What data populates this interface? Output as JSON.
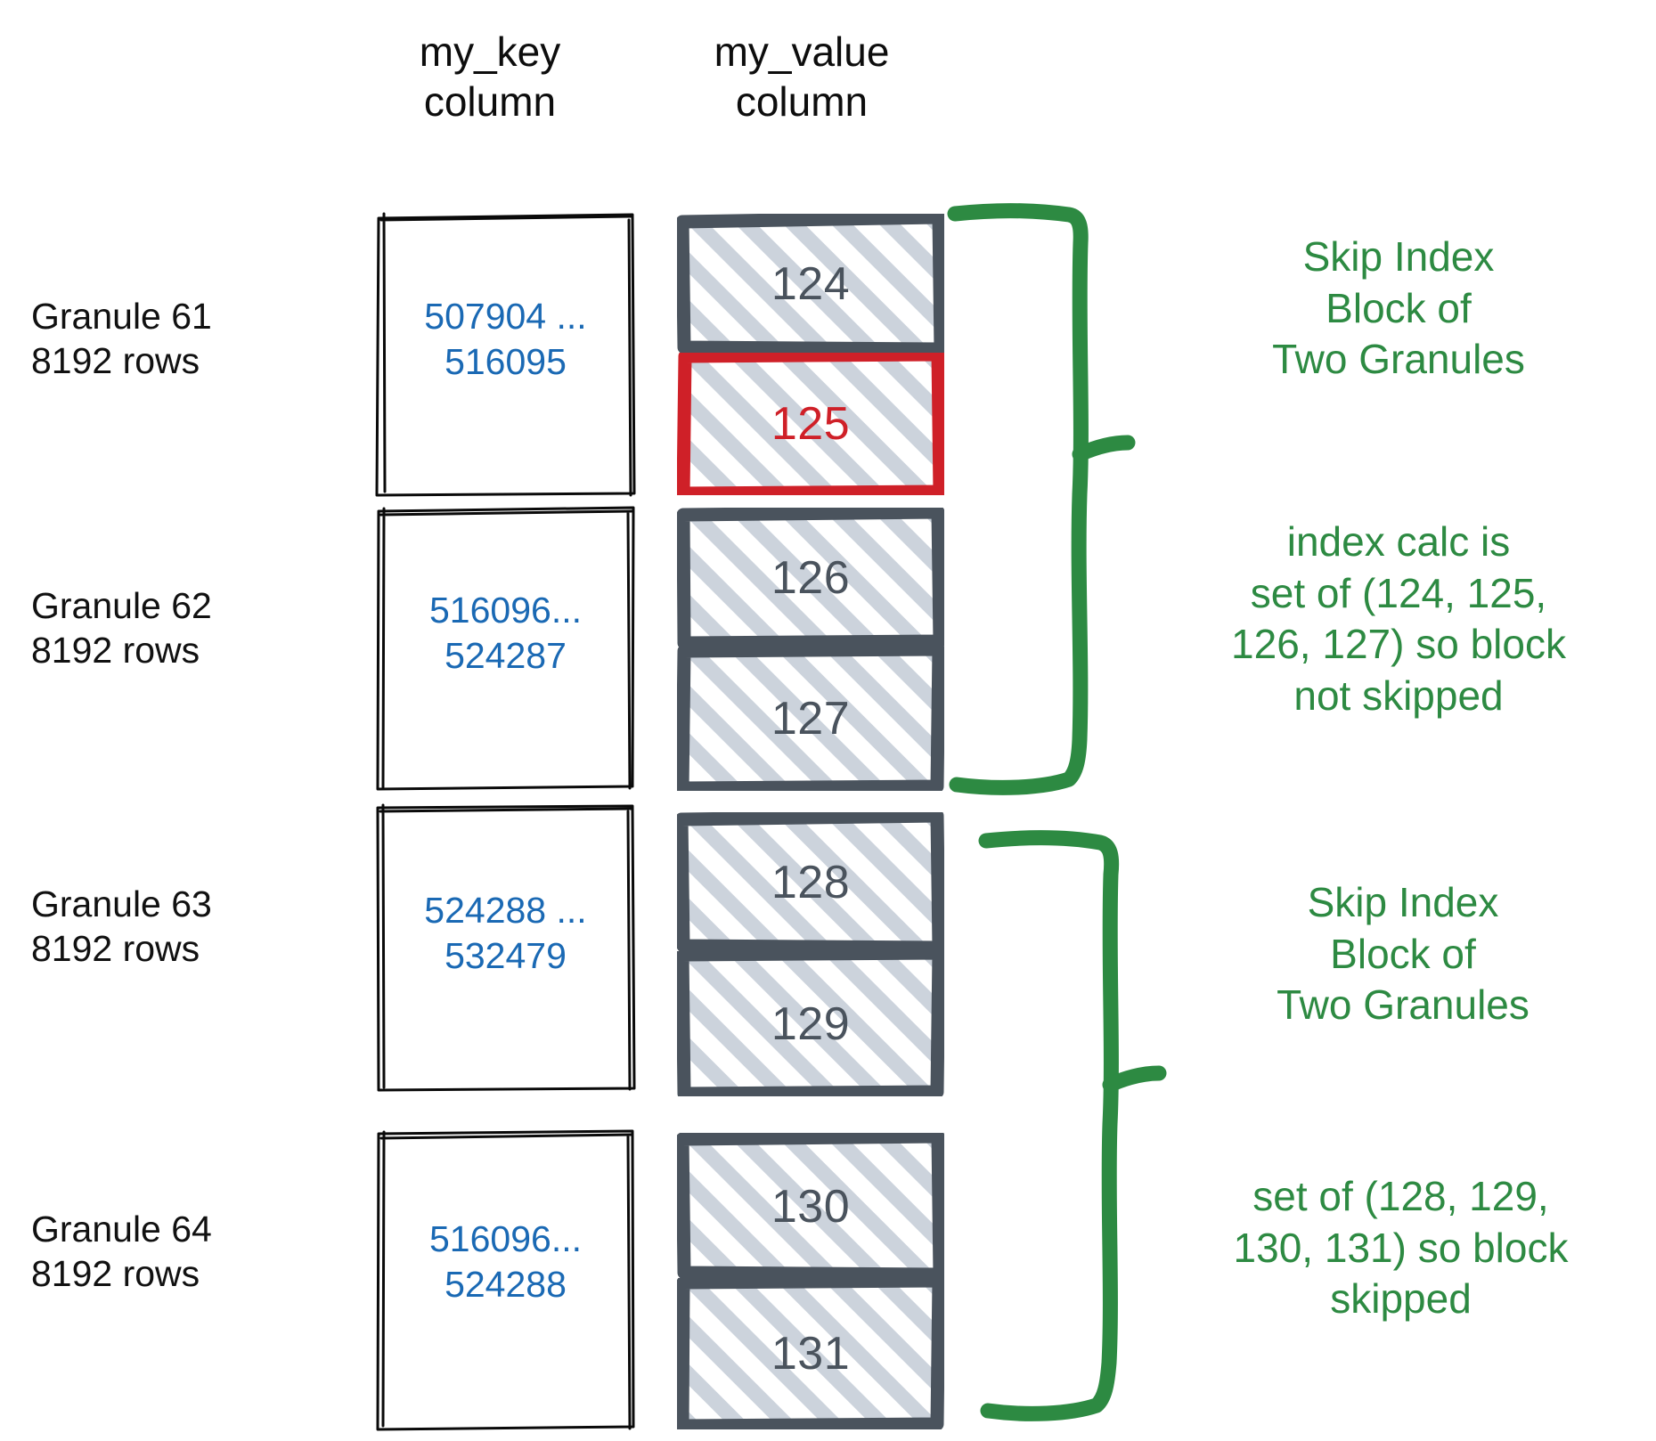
{
  "headers": {
    "key_column": "my_key\ncolumn",
    "value_column": "my_value\ncolumn"
  },
  "colors": {
    "key_text": "#1a69b4",
    "value_text": "#4a535d",
    "highlight": "#cf2028",
    "annotation": "#2d8a42",
    "box_border": "#4a535d",
    "hatch": "#ccd3dc",
    "sketch_outline": "#0a0a0a"
  },
  "granules": [
    {
      "label": "Granule 61\n8192 rows",
      "key_range": "507904 ...\n516095",
      "values": [
        {
          "value": "124",
          "highlighted": false
        },
        {
          "value": "125",
          "highlighted": true
        }
      ]
    },
    {
      "label": "Granule 62\n8192 rows",
      "key_range": "516096...\n524287",
      "values": [
        {
          "value": "126",
          "highlighted": false
        },
        {
          "value": "127",
          "highlighted": false
        }
      ]
    },
    {
      "label": "Granule 63\n8192 rows",
      "key_range": "524288 ...\n532479",
      "values": [
        {
          "value": "128",
          "highlighted": false
        },
        {
          "value": "129",
          "highlighted": false
        }
      ]
    },
    {
      "label": "Granule 64\n8192 rows",
      "key_range": "516096...\n524288",
      "values": [
        {
          "value": "130",
          "highlighted": false
        },
        {
          "value": "131",
          "highlighted": false
        }
      ]
    }
  ],
  "annotations": [
    {
      "title": "Skip Index\nBlock of\nTwo Granules",
      "detail": "index calc is\nset of (124, 125,\n126, 127) so block\nnot skipped"
    },
    {
      "title": "Skip Index\nBlock of\nTwo Granules",
      "detail": "set of (128, 129,\n130, 131) so block\nskipped"
    }
  ]
}
